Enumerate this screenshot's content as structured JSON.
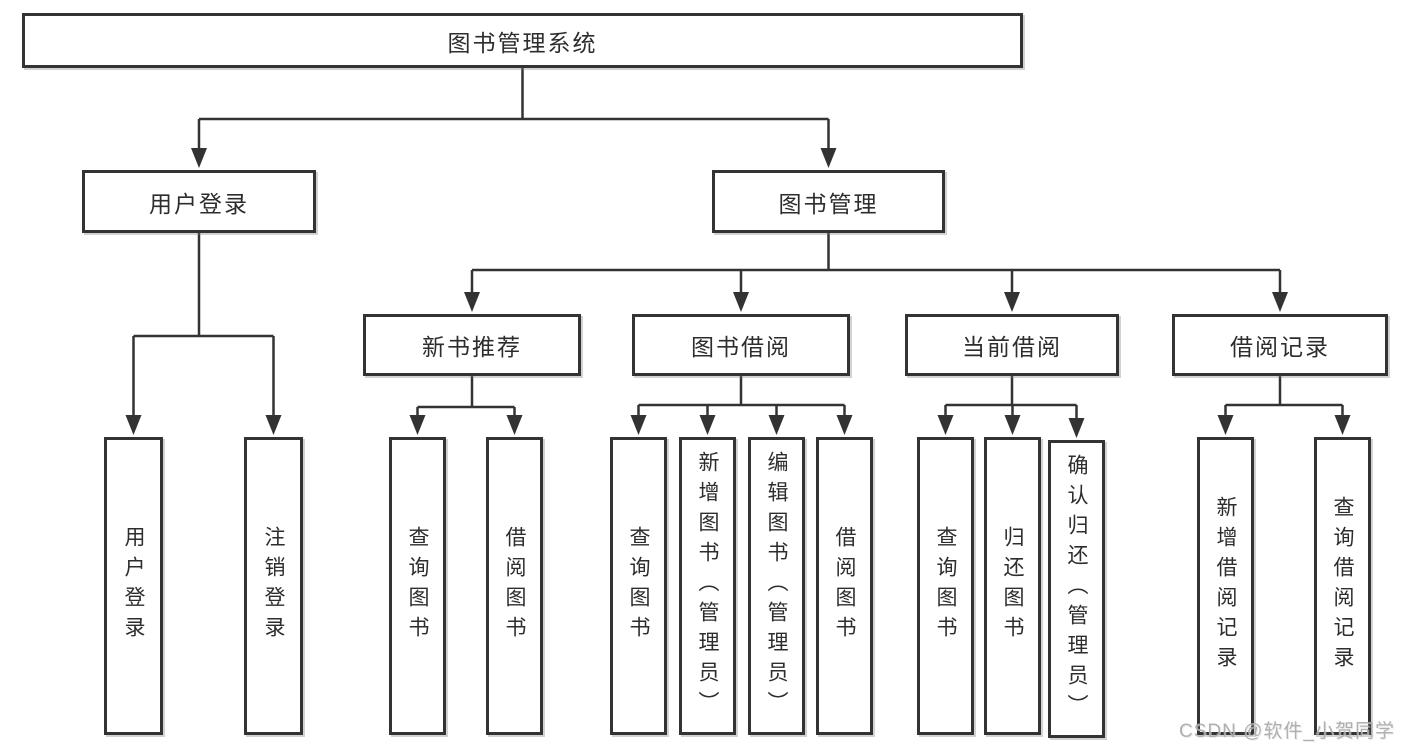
{
  "diagram": {
    "title": "图书管理系统",
    "nodes": [
      {
        "id": "root",
        "label": "图书管理系统"
      },
      {
        "id": "user-login",
        "label": "用户登录"
      },
      {
        "id": "book-mgmt",
        "label": "图书管理"
      },
      {
        "id": "new-book-rec",
        "label": "新书推荐"
      },
      {
        "id": "book-borrow",
        "label": "图书借阅"
      },
      {
        "id": "current-borrow",
        "label": "当前借阅"
      },
      {
        "id": "borrow-records",
        "label": "借阅记录"
      },
      {
        "id": "leaf-user-login",
        "label": "用户登录"
      },
      {
        "id": "leaf-logout",
        "label": "注销登录"
      },
      {
        "id": "leaf-nbr-query",
        "label": "查询图书"
      },
      {
        "id": "leaf-nbr-borrow",
        "label": "借阅图书"
      },
      {
        "id": "leaf-bb-query",
        "label": "查询图书"
      },
      {
        "id": "leaf-bb-add",
        "label": "新增图书（管理员）"
      },
      {
        "id": "leaf-bb-edit",
        "label": "编辑图书（管理员）"
      },
      {
        "id": "leaf-bb-borrow",
        "label": "借阅图书"
      },
      {
        "id": "leaf-cb-query",
        "label": "查询图书"
      },
      {
        "id": "leaf-cb-return",
        "label": "归还图书"
      },
      {
        "id": "leaf-cb-confirm",
        "label": "确认归还（管理员）"
      },
      {
        "id": "leaf-br-add",
        "label": "新增借阅记录"
      },
      {
        "id": "leaf-br-query",
        "label": "查询借阅记录"
      }
    ],
    "edges": [
      {
        "from": "root",
        "to": [
          "user-login",
          "book-mgmt"
        ]
      },
      {
        "from": "user-login",
        "to": [
          "leaf-user-login",
          "leaf-logout"
        ]
      },
      {
        "from": "book-mgmt",
        "to": [
          "new-book-rec",
          "book-borrow",
          "current-borrow",
          "borrow-records"
        ]
      },
      {
        "from": "new-book-rec",
        "to": [
          "leaf-nbr-query",
          "leaf-nbr-borrow"
        ]
      },
      {
        "from": "book-borrow",
        "to": [
          "leaf-bb-query",
          "leaf-bb-add",
          "leaf-bb-edit",
          "leaf-bb-borrow"
        ]
      },
      {
        "from": "current-borrow",
        "to": [
          "leaf-cb-query",
          "leaf-cb-return",
          "leaf-cb-confirm"
        ]
      },
      {
        "from": "borrow-records",
        "to": [
          "leaf-br-add",
          "leaf-br-query"
        ]
      }
    ],
    "watermark": "CSDN @软件_小贺同学"
  },
  "colors": {
    "line": "#333333",
    "box_border": "#333333",
    "box_fill": "#ffffff",
    "text": "#2d2d2d",
    "watermark": "#a8a8a8"
  }
}
